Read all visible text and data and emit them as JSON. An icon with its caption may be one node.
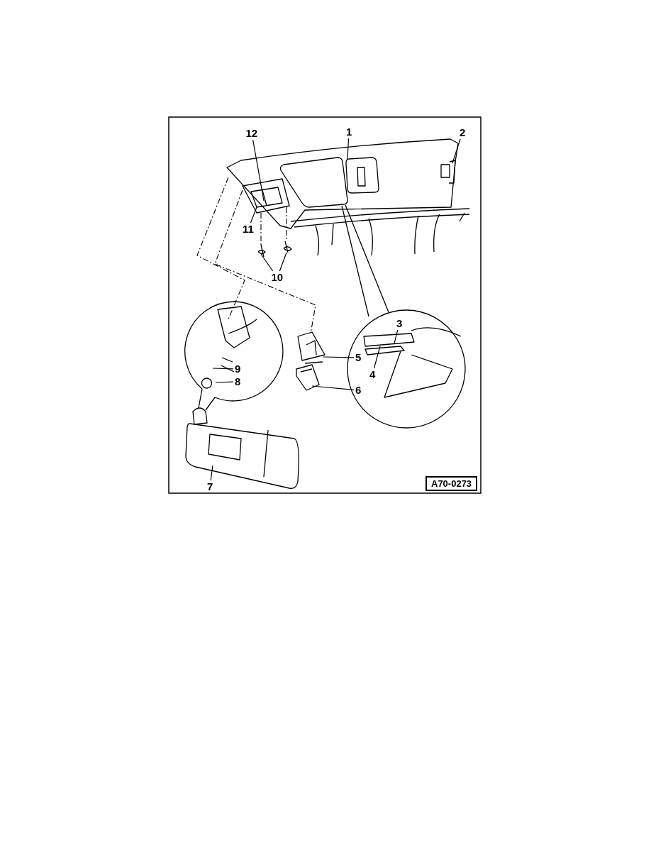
{
  "diagram": {
    "nodes": [
      {
        "text": [
          "12"
        ]
      },
      {
        "text": [
          "1"
        ]
      },
      {
        "text": [
          "2"
        ]
      },
      {
        "text": [
          "11"
        ]
      },
      {
        "text": [
          "10"
        ]
      },
      {
        "text": [
          "3"
        ]
      },
      {
        "text": [
          "5"
        ]
      },
      {
        "text": [
          "9"
        ]
      },
      {
        "text": [
          "4"
        ]
      },
      {
        "text": [
          "8"
        ]
      },
      {
        "text": [
          "6"
        ]
      },
      {
        "text": [
          "7"
        ]
      }
    ],
    "edges": [
      {
        "from": 0,
        "to": null,
        "arrow": "none"
      },
      {
        "from": 1,
        "to": null,
        "arrow": "none"
      },
      {
        "from": 2,
        "to": null,
        "arrow": "none"
      },
      {
        "from": 3,
        "to": null,
        "arrow": "none"
      },
      {
        "from": 4,
        "to": null,
        "arrow": "none"
      },
      {
        "from": 4,
        "to": null,
        "arrow": "none"
      },
      {
        "from": 5,
        "to": null,
        "arrow": "none"
      },
      {
        "from": 6,
        "to": null,
        "arrow": "none"
      },
      {
        "from": 7,
        "to": null,
        "arrow": "none"
      },
      {
        "from": 8,
        "to": null,
        "arrow": "none"
      },
      {
        "from": 9,
        "to": null,
        "arrow": "none"
      },
      {
        "from": 10,
        "to": null,
        "arrow": "none"
      },
      {
        "from": 11,
        "to": null,
        "arrow": "none"
      }
    ],
    "labels": [
      "A70-0273"
    ]
  }
}
